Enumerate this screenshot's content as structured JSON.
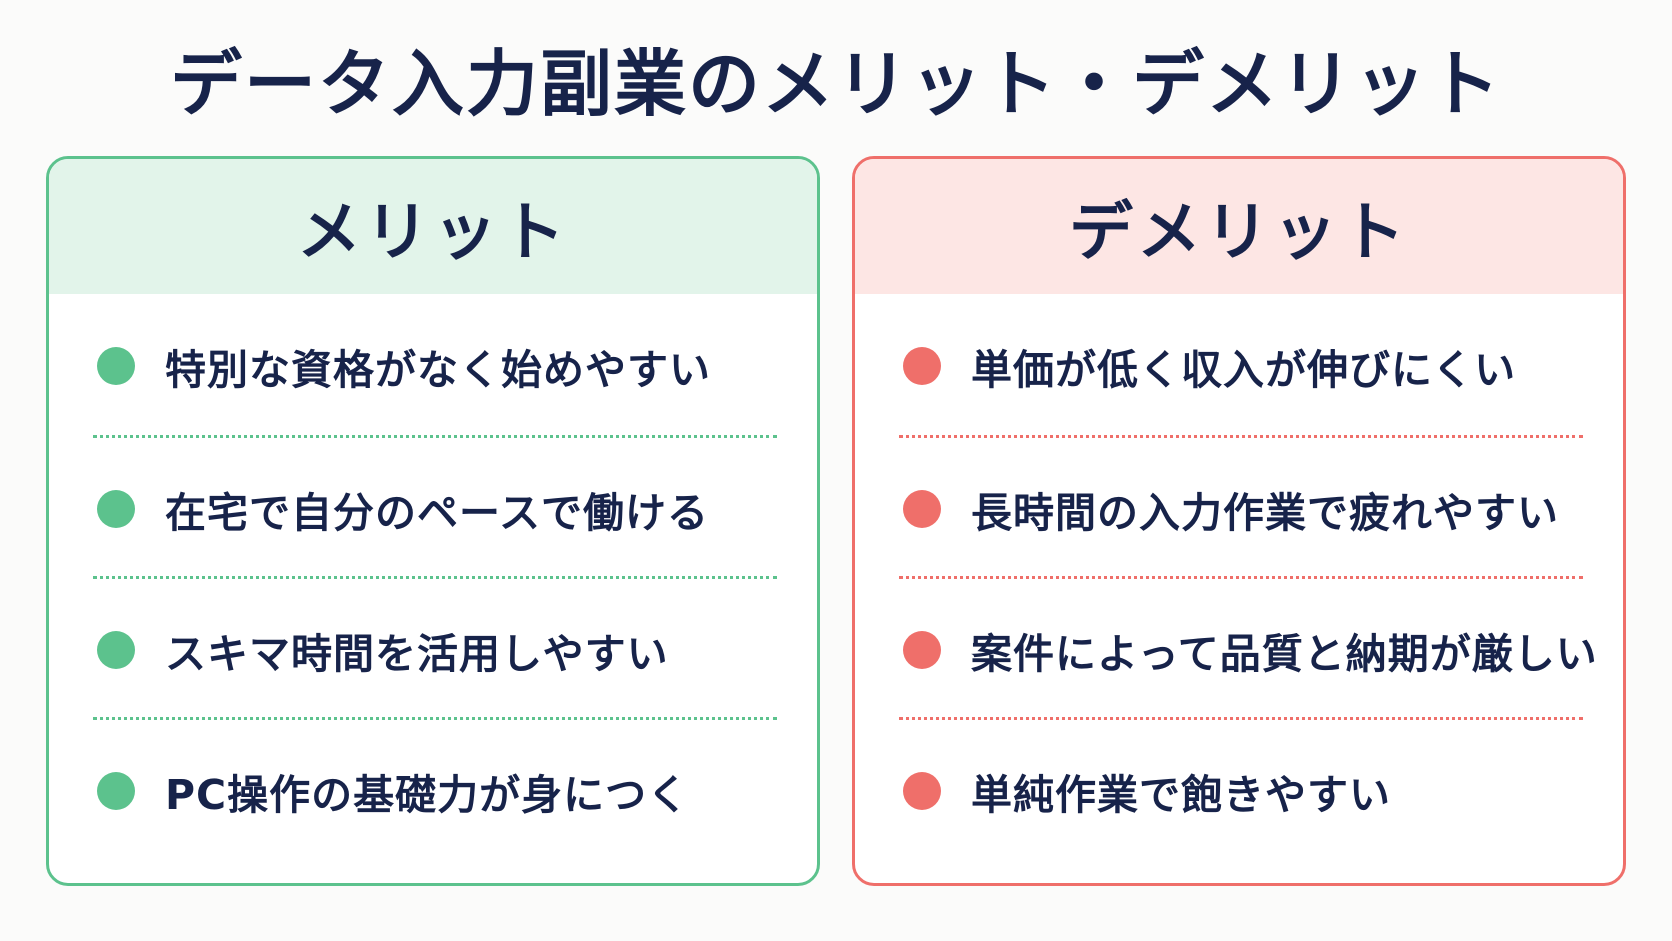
{
  "title": "データ入力副業のメリット・デメリット",
  "merits": {
    "header": "メリット",
    "accent_color": "#5cc28d",
    "items": [
      "特別な資格がなく始めやすい",
      "在宅で自分のペースで働ける",
      "スキマ時間を活用しやすい",
      "PC操作の基礎力が身につく"
    ]
  },
  "demerits": {
    "header": "デメリット",
    "accent_color": "#ef6f6a",
    "items": [
      "単価が低く収入が伸びにくい",
      "長時間の入力作業で疲れやすい",
      "案件によって品質と納期が厳しい",
      "単純作業で飽きやすい"
    ]
  }
}
